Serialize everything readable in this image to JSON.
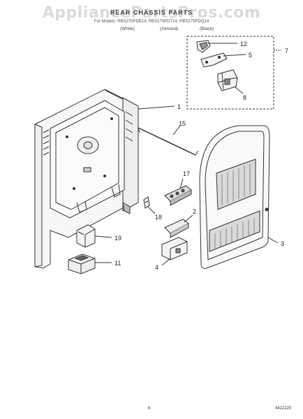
{
  "watermark": "AppliancePartsPros.com",
  "title": "REAR CHASSIS PARTS",
  "models_line": "For Models: RBS275PDB14, RBS275PDT14, RBS275PDQ14",
  "color_labels": [
    "(White)",
    "(Almond)",
    "(Black)"
  ],
  "callouts": {
    "c1": "1",
    "c2": "2",
    "c3": "3",
    "c4": "4",
    "c5": "5",
    "c7": "7",
    "c8": "8",
    "c11": "11",
    "c12": "12",
    "c15": "15",
    "c17": "17",
    "c18": "18",
    "c19": "19"
  },
  "footer": {
    "page": "8",
    "code": "4422220"
  },
  "colors": {
    "line": "#333333",
    "fill": "#f4f4f4",
    "shade": "#9a9a9a"
  }
}
